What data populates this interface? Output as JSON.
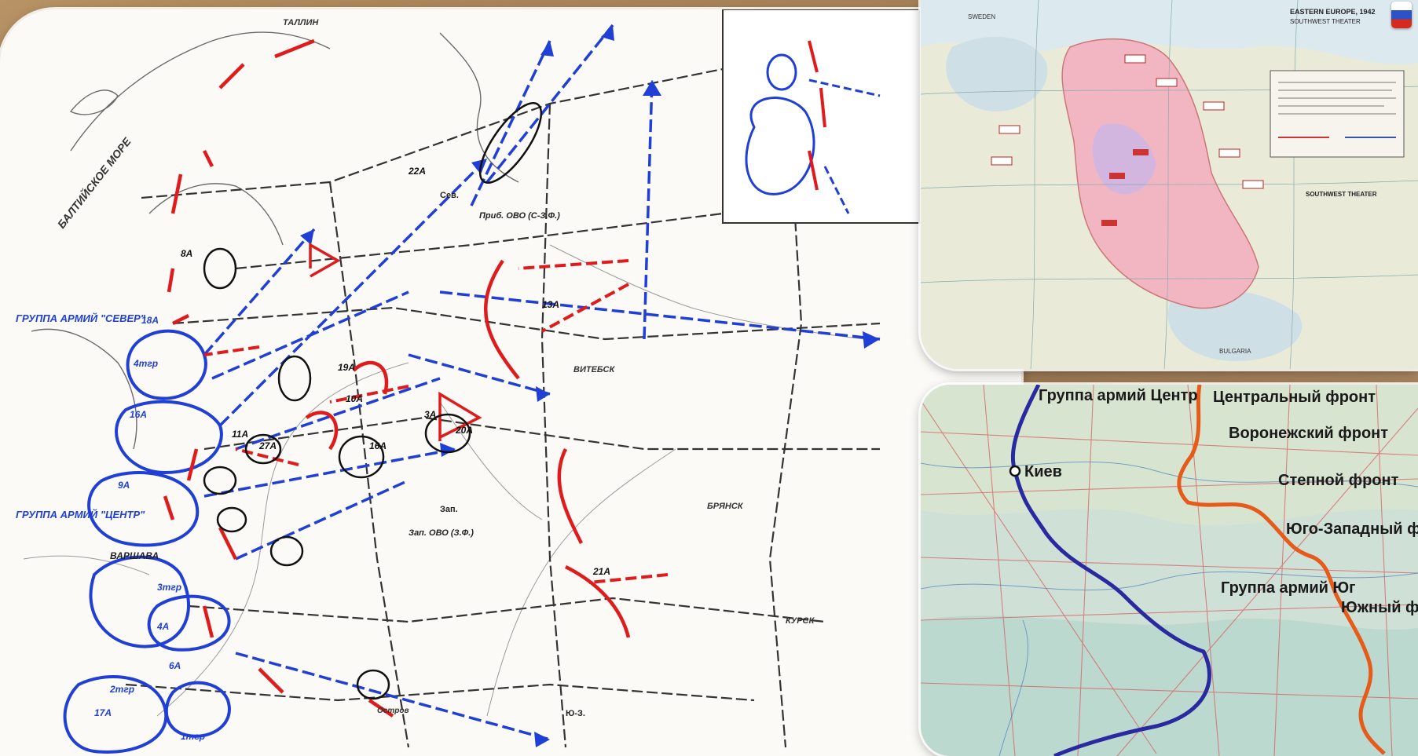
{
  "main_map": {
    "sea_label": "БАЛТИЙСКОЕ МОРЕ",
    "top_city": "ТАЛЛИН",
    "group_north": "ГРУППА АРМИЙ \"СЕВЕР\"",
    "group_center": "ГРУППА АРМИЙ \"ЦЕНТР\"",
    "warsaw": "ВАРШАВА",
    "vitebsk": "ВИТЕБСК",
    "bryansk": "БРЯНСК",
    "kursk": "КУРСК",
    "pribovo": "Приб. ОВО (С-З.Ф.)",
    "zapovo": "Зап. ОВО (З.Ф.)",
    "ostrov": "Остров",
    "army_labels": [
      "18А",
      "4тгр",
      "16А",
      "9А",
      "3тгр",
      "4А",
      "2тгр",
      "6А",
      "1тгр",
      "17А",
      "8А",
      "27А",
      "11А",
      "3А",
      "10А",
      "22А",
      "20А",
      "21А",
      "13А",
      "16А",
      "19А"
    ],
    "front_labels": [
      "Сев.",
      "Зап.",
      "Ю-З."
    ]
  },
  "inset_top": {
    "title": "EASTERN EUROPE, 1942",
    "subtitle": "SOUTHWEST THEATER",
    "sw_theater": "SOUTHWEST THEATER",
    "sweden": "SWEDEN",
    "bulgaria": "BULGARIA"
  },
  "inset_bottom": {
    "labels": {
      "army_group_center": "Группа армий Центр",
      "central_front": "Центральный фронт",
      "voronezh_front": "Воронежский фронт",
      "kiev": "Киев",
      "steppe_front": "Степной фронт",
      "southwest_front": "Юго-Западный фронт",
      "army_group_south": "Группа армий Юг",
      "south_front": "Южный фронт"
    }
  },
  "colors": {
    "soviet": "#e01b1b",
    "german": "#1f3fd6",
    "front_line_south": "#e65a1a",
    "front_line_north": "#2a2aa0"
  }
}
